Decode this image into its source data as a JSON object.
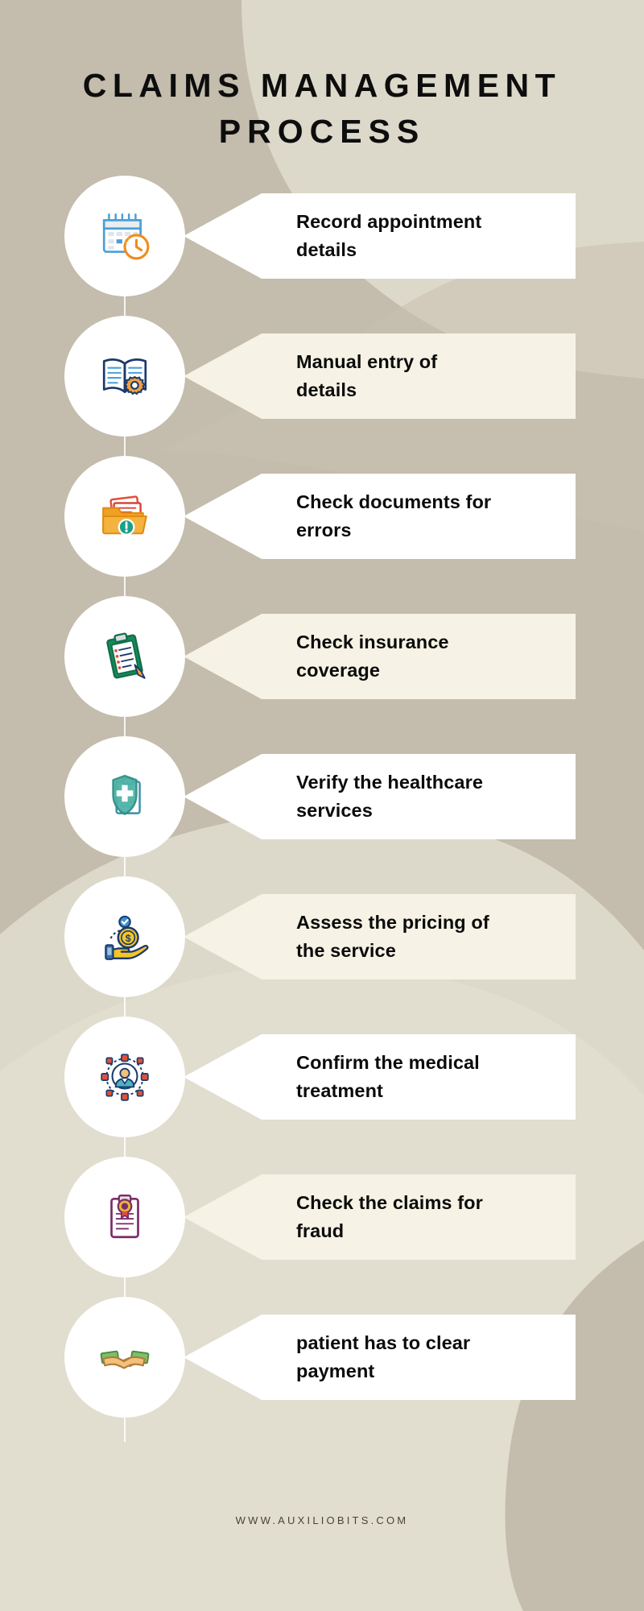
{
  "title": {
    "line1": "CLAIMS MANAGEMENT",
    "line2": "PROCESS"
  },
  "colors": {
    "background": "#c4bcac",
    "blob_light": "#ddd9ca",
    "blob_lighter": "#e7e3d6",
    "banner_white": "#ffffff",
    "banner_cream": "#f6f2e5",
    "circle": "#ffffff",
    "text": "#0b0b0b",
    "footer_text": "#4a4438"
  },
  "steps": [
    {
      "index": 1,
      "line1": "Record appointment",
      "line2": "details",
      "banner_style": "white",
      "icon": "calendar-clock-icon"
    },
    {
      "index": 2,
      "line1": "Manual entry of",
      "line2": "details",
      "banner_style": "cream",
      "icon": "open-book-gear-icon"
    },
    {
      "index": 3,
      "line1": "Check documents for",
      "line2": "errors",
      "banner_style": "white",
      "icon": "folder-alert-icon"
    },
    {
      "index": 4,
      "line1": "Check insurance",
      "line2": "coverage",
      "banner_style": "cream",
      "icon": "clipboard-checklist-icon"
    },
    {
      "index": 5,
      "line1": "Verify the healthcare",
      "line2": "services",
      "banner_style": "white",
      "icon": "shield-medical-cross-icon"
    },
    {
      "index": 6,
      "line1": "Assess the pricing of",
      "line2": "the service",
      "banner_style": "cream",
      "icon": "hand-coin-icon"
    },
    {
      "index": 7,
      "line1": "Confirm the medical",
      "line2": "treatment",
      "banner_style": "white",
      "icon": "doctor-network-icon"
    },
    {
      "index": 8,
      "line1": "Check the claims for",
      "line2": "fraud",
      "banner_style": "cream",
      "icon": "clipboard-seal-icon"
    },
    {
      "index": 9,
      "line1": "patient has to clear",
      "line2": "payment",
      "banner_style": "white",
      "icon": "handshake-money-icon"
    }
  ],
  "footer": {
    "website": "WWW.AUXILIOBITS.COM"
  }
}
